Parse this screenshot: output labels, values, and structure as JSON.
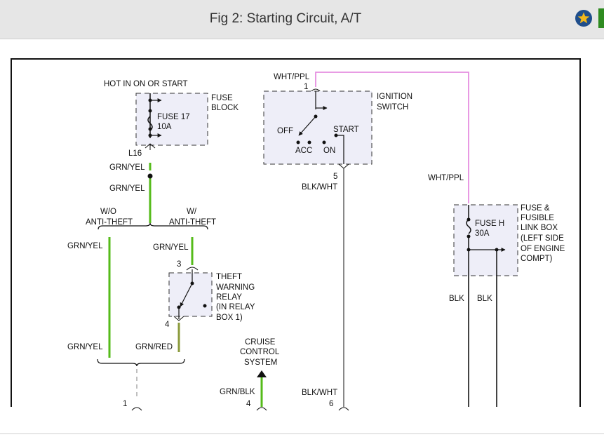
{
  "header": {
    "title": "Fig 2: Starting Circuit, A/T"
  },
  "diagram": {
    "hot_label": "HOT IN ON OR START",
    "fuse_block": {
      "line1": "FUSE",
      "line2": "BLOCK",
      "fuse_name": "FUSE 17",
      "fuse_rating": "10A"
    },
    "l16": "L16",
    "grn_yel": "GRN/YEL",
    "grn_red": "GRN/RED",
    "grn_blk": "GRN/BLK",
    "blk_wht": "BLK/WHT",
    "blk": "BLK",
    "wht_ppl": "WHT/PPL",
    "wo_anti_theft": {
      "line1": "W/O",
      "line2": "ANTI-THEFT"
    },
    "w_anti_theft": {
      "line1": "W/",
      "line2": "ANTI-THEFT"
    },
    "ignition_switch": {
      "line1": "IGNITION",
      "line2": "SWITCH",
      "off": "OFF",
      "start": "START",
      "acc": "ACC",
      "on": "ON"
    },
    "theft_relay": {
      "l1": "THEFT",
      "l2": "WARNING",
      "l3": "RELAY",
      "l4": "(IN RELAY",
      "l5": "BOX 1)"
    },
    "fuse_link_box": {
      "l1": "FUSE &",
      "l2": "FUSIBLE",
      "l3": "LINK BOX",
      "l4": "(LEFT SIDE",
      "l5": "OF ENGINE",
      "l6": "COMPT)",
      "fuse_name": "FUSE H",
      "fuse_rating": "30A"
    },
    "cruise": {
      "l1": "CRUISE",
      "l2": "CONTROL",
      "l3": "SYSTEM"
    },
    "pins": {
      "p1": "1",
      "p3": "3",
      "p4": "4",
      "p5": "5",
      "p6": "6"
    }
  },
  "colors": {
    "wire_green": "#55bb1a",
    "wire_olive": "#8a9a3a",
    "wire_pink": "#e58ee0",
    "wire_gray": "#888888",
    "box_fill": "#eeeef8",
    "accent_star": "#f2b81c",
    "accent_blue": "#1f4e8c"
  }
}
